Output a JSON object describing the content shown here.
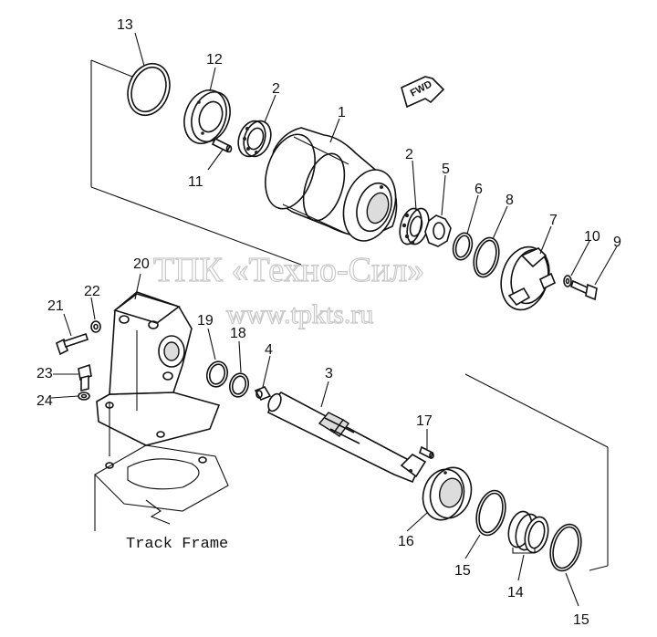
{
  "callouts": {
    "c1": "1",
    "c2a": "2",
    "c2b": "2",
    "c3": "3",
    "c4": "4",
    "c5": "5",
    "c6": "6",
    "c7": "7",
    "c8": "8",
    "c9": "9",
    "c10": "10",
    "c11": "11",
    "c12": "12",
    "c13": "13",
    "c14": "14",
    "c15a": "15",
    "c15b": "15",
    "c16": "16",
    "c17": "17",
    "c18": "18",
    "c19": "19",
    "c20": "20",
    "c21": "21",
    "c22": "22",
    "c23": "23",
    "c24": "24"
  },
  "caption": "Track Frame",
  "direction_tag": "FWD",
  "watermark": {
    "line1": "ТПК «Техно-Сил»",
    "line2": "www.tpkts.ru"
  }
}
